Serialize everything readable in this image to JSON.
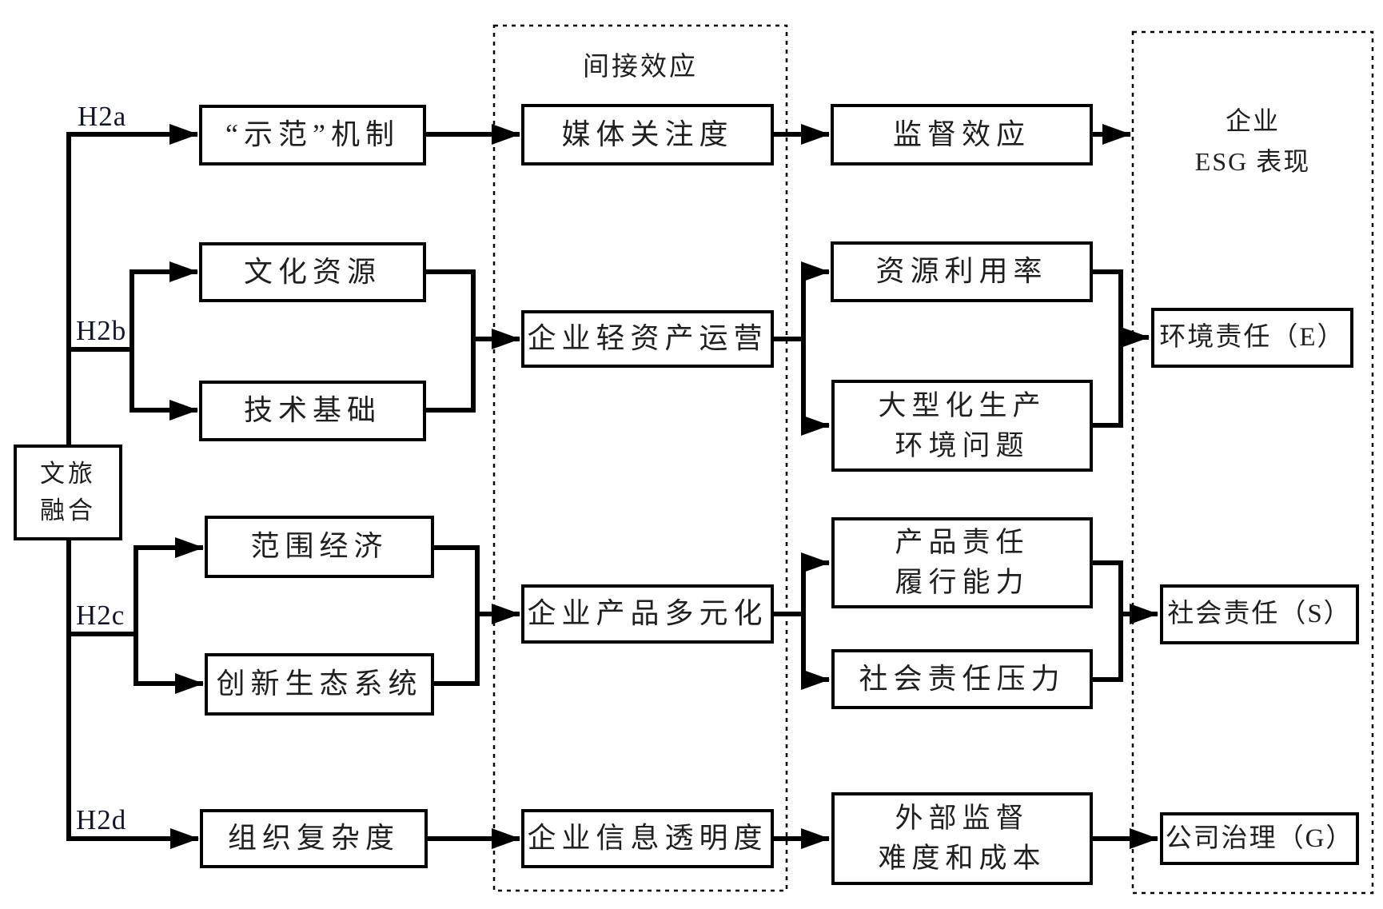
{
  "colors": {
    "line": "#000000",
    "ink": "#1f1f1f",
    "hypothesis_ink": "#10162e",
    "box_background": "#ffffff",
    "page_background": "#ffffff"
  },
  "source": {
    "label": "文旅\n融合"
  },
  "hypotheses": {
    "h2a": "H2a",
    "h2b": "H2b",
    "h2c": "H2c",
    "h2d": "H2d"
  },
  "antecedents": {
    "demonstration": "“示范”机制",
    "cultural_resources": "文化资源",
    "technology_base": "技术基础",
    "economies_of_scope": "范围经济",
    "innovation_ecosystem": "创新生态系统",
    "organizational_complexity": "组织复杂度"
  },
  "mediator_panel": {
    "title": "间接效应",
    "media_attention": "媒体关注度",
    "asset_light_operation": "企业轻资产运营",
    "product_diversification": "企业产品多元化",
    "information_transparency": "企业信息透明度"
  },
  "mechanisms": {
    "supervision_effect": "监督效应",
    "resource_utilization": "资源利用率",
    "large_scale_production": "大型化生产\n环境问题",
    "product_responsibility": "产品责任\n履行能力",
    "social_responsibility_pressure": "社会责任压力",
    "external_supervision": "外部监督\n难度和成本"
  },
  "esg_panel": {
    "title": "企业\nESG 表现",
    "environmental": "环境责任（E）",
    "social": "社会责任（S）",
    "governance": "公司治理（G）"
  }
}
